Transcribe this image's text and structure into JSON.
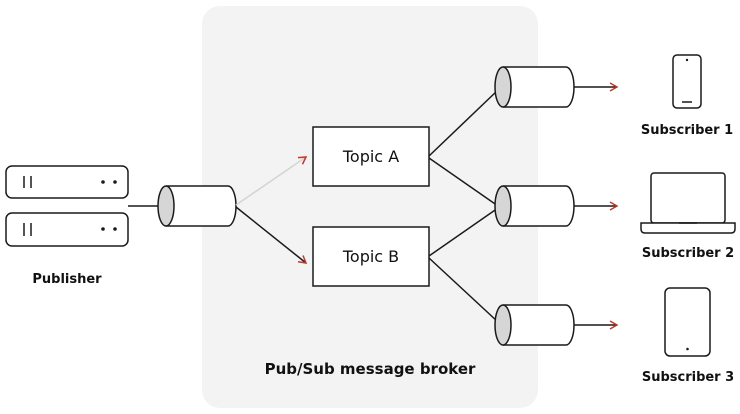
{
  "diagram": {
    "publisher_label": "Publisher",
    "broker_label": "Pub/Sub message broker",
    "topics": [
      {
        "label": "Topic A"
      },
      {
        "label": "Topic B"
      }
    ],
    "subscribers": [
      {
        "label": "Subscriber 1",
        "device": "phone-icon"
      },
      {
        "label": "Subscriber 2",
        "device": "laptop-icon"
      },
      {
        "label": "Subscriber 3",
        "device": "tablet-icon"
      }
    ],
    "colors": {
      "stroke": "#1a1a1a",
      "broker_bg": "#f3f3f4",
      "accent_arrow": "#c0392b",
      "faded_line": "#d4d4d4"
    }
  }
}
